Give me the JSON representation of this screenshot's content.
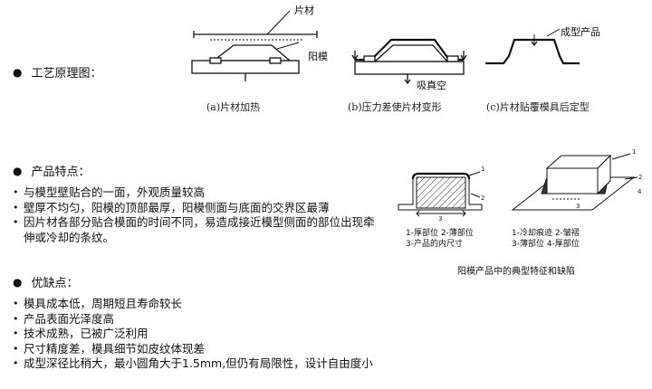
{
  "process": {
    "heading": "工艺原理图：",
    "labels": {
      "sheet": "片材",
      "mold": "阳模",
      "vacuum": "吸真空",
      "product": "成型产品"
    },
    "captions": [
      "(a)片材加热",
      "(b)压力差使片材变形",
      "(c)片材贴覆模具后定型"
    ]
  },
  "features": {
    "heading": "产品特点：",
    "items": [
      "与模型壁贴合的一面，外观质量较高",
      "壁厚不均匀，阳模的顶部最厚，阳模侧面与底面的交界区最薄",
      "因片材各部分贴合模面的时间不同，易造成接近模型侧面的部位出现牵伸或冷却的条纹。"
    ],
    "figure": {
      "left_legend": [
        "1-厚部位  2-薄部位",
        "3-产品的内尺寸"
      ],
      "right_legend": [
        "1-冷却痕迹  2-皱褶",
        "3-薄部位  4-厚部位"
      ],
      "caption": "阳模产品中的典型特征和缺陷"
    }
  },
  "pros_cons": {
    "heading": "优缺点：",
    "items": [
      "模具成本低，周期短且寿命较长",
      "产品表面光泽度高",
      "技术成熟，已被广泛利用",
      "尺寸精度差，模具细节如皮纹体现差",
      "成型深径比稍大，最小圆角大于1.5mm,但仍有局限性，设计自由度小"
    ]
  }
}
